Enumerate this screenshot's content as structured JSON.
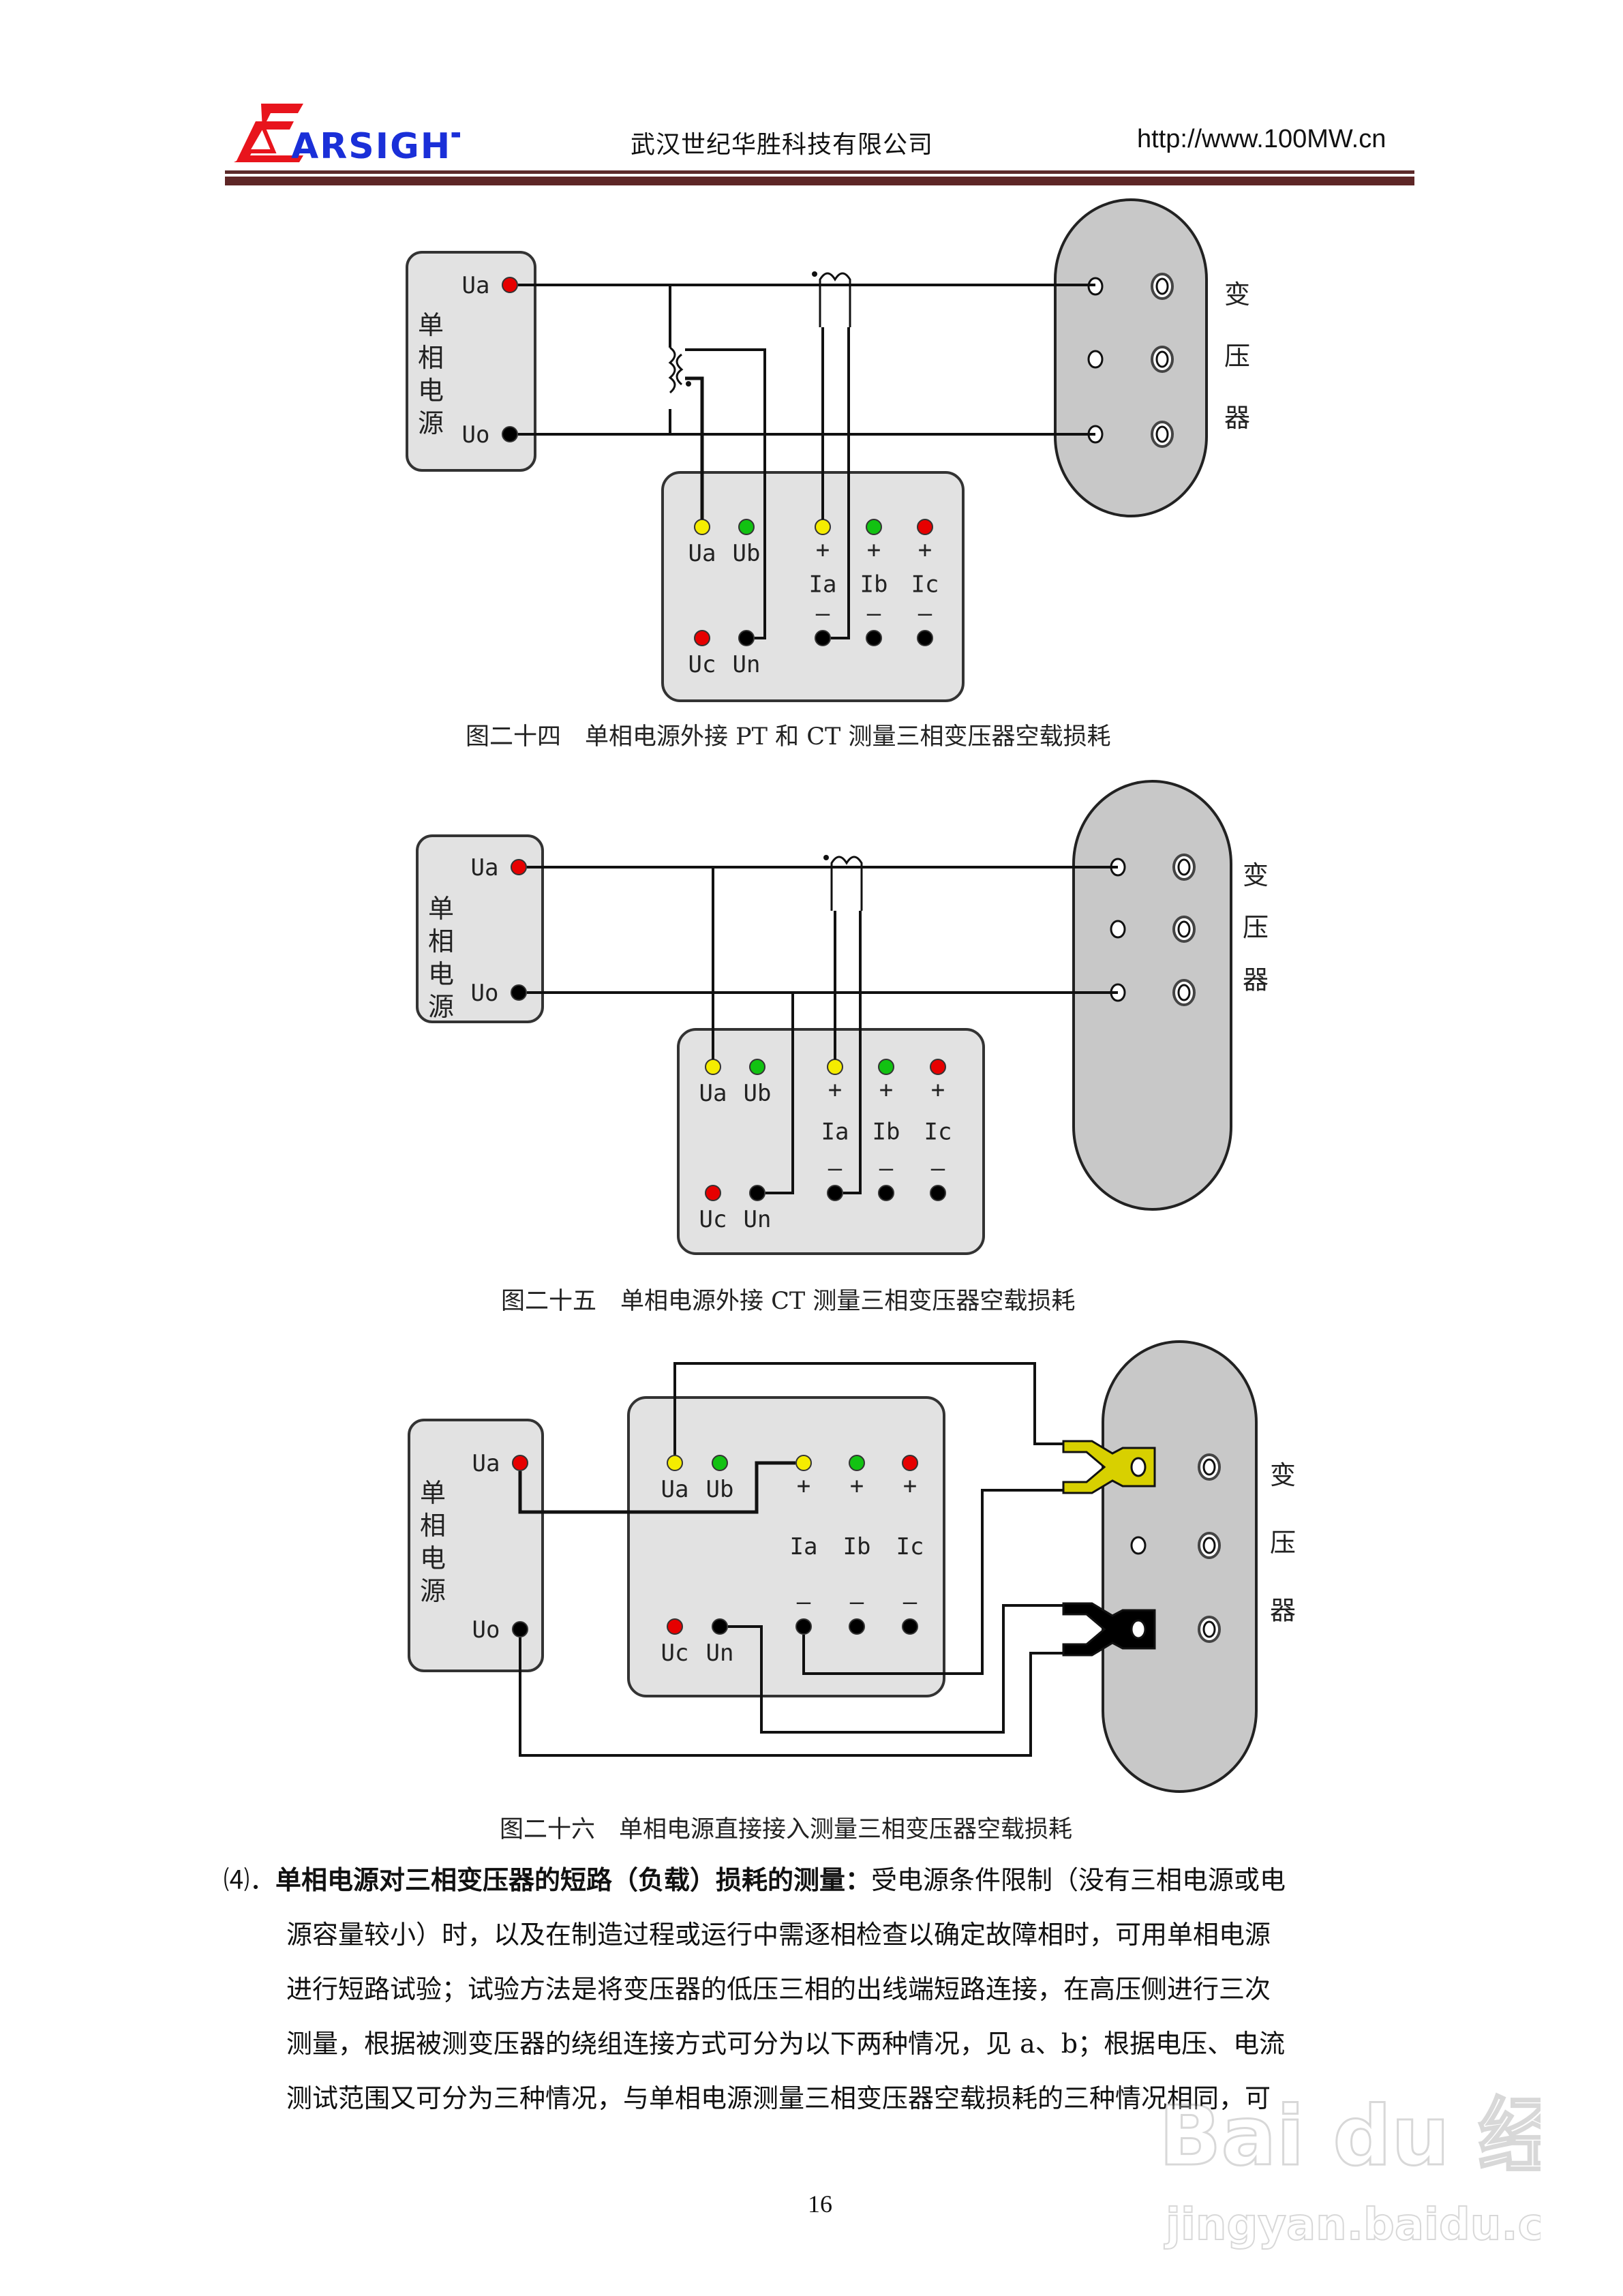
{
  "header": {
    "logo_text": "ARSIGHT",
    "company": "武汉世纪华胜科技有限公司",
    "url": "http://www.100MW.cn",
    "rule_color": "#5e2626"
  },
  "colors": {
    "terminal_red": "#e60000",
    "terminal_yellow": "#f5ec00",
    "terminal_green": "#12c212",
    "terminal_black": "#000000",
    "panel_fill": "#e2e2e2",
    "transformer_fill": "#c8c8c8",
    "clamp_yellow": "#d8d000",
    "clamp_black": "#000000"
  },
  "labels": {
    "source_name": [
      "单",
      "相",
      "电",
      "源"
    ],
    "source_terminals": [
      "Ua",
      "Uo"
    ],
    "transformer_name": [
      "变",
      "压",
      "器"
    ],
    "meter_voltage_top": [
      "Ua",
      "Ub"
    ],
    "meter_voltage_bottom": [
      "Uc",
      "Un"
    ],
    "meter_current": [
      "Ia",
      "Ib",
      "Ic"
    ],
    "plus": "+",
    "minus": "–"
  },
  "figures": [
    {
      "id": "fig24",
      "caption": "图二十四　单相电源外接 PT 和 CT 测量三相变压器空载损耗"
    },
    {
      "id": "fig25",
      "caption": "图二十五　单相电源外接 CT 测量三相变压器空载损耗"
    },
    {
      "id": "fig26",
      "caption": "图二十六　单相电源直接接入测量三相变压器空载损耗"
    }
  ],
  "section": {
    "number": "⑷．",
    "heading": "单相电源对三相变压器的短路（负载）损耗的测量：",
    "lines": [
      "受电源条件限制（没有三相电源或电",
      "源容量较小）时，以及在制造过程或运行中需逐相检查以确定故障相时，可用单相电源",
      "进行短路试验；试验方法是将变压器的低压三相的出线端短路连接，在高压侧进行三次",
      "测量，根据被测变压器的绕组连接方式可分为以下两种情况，见 a、b；根据电压、电流",
      "测试范围又可分为三种情况，与单相电源测量三相变压器空载损耗的三种情况相同，可"
    ]
  },
  "page_number": "16",
  "watermark": {
    "brand": "Bai du 经验",
    "site": "jingyan.baidu.com"
  }
}
